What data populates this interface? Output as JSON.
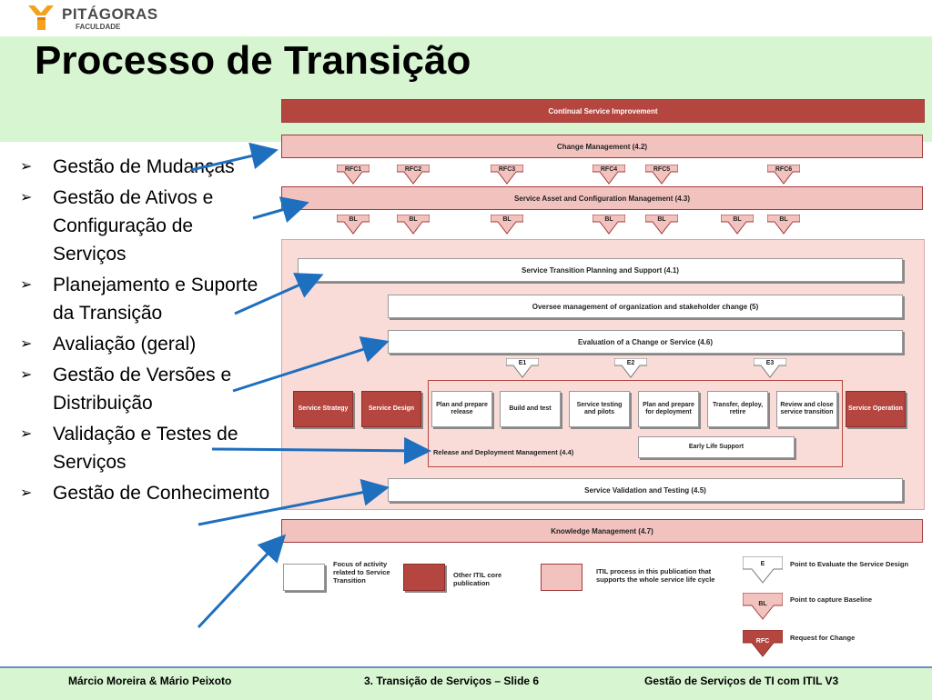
{
  "header": {
    "logo_text": "PITÁGORAS",
    "logo_sub": "FACULDADE",
    "title": "Processo de Transição"
  },
  "bullets": [
    "Gestão de Mudanças",
    "Gestão de Ativos e Configuração de Serviços",
    "Planejamento e Suporte da Transição",
    "Avaliação (geral)",
    "Gestão de Versões e Distribuição",
    "Validação e Testes de Serviços",
    "Gestão de Conhecimento"
  ],
  "diagram": {
    "csi": "Continual Service Improvement",
    "change_mgmt": "Change Management (4.2)",
    "rfcs": [
      "RFC1",
      "RFC2",
      "RFC3",
      "RFC4",
      "RFC5",
      "RFC6"
    ],
    "sacm": "Service Asset and Configuration Management (4.3)",
    "bls": [
      "BL",
      "BL",
      "BL",
      "BL",
      "BL",
      "BL",
      "BL"
    ],
    "planning": "Service Transition Planning and Support (4.1)",
    "oversee": "Oversee management of organization and stakeholder change (5)",
    "evaluation": "Evaluation of a Change or Service (4.6)",
    "evals": [
      "E1",
      "E2",
      "E3"
    ],
    "strategy": "Service Strategy",
    "design": "Service Design",
    "operation": "Service Operation",
    "steps": [
      "Plan and prepare release",
      "Build and test",
      "Service testing and pilots",
      "Plan and prepare for deployment",
      "Transfer, deploy, retire",
      "Review and close service transition"
    ],
    "early_life": "Early Life Support",
    "rdm": "Release and Deployment Management (4.4)",
    "validation": "Service Validation and Testing (4.5)",
    "knowledge": "Knowledge Management (4.7)"
  },
  "legend": {
    "focus": "Focus of activity related to Service Transition",
    "other": "Other ITIL core publication",
    "itil": "ITIL process in this publication that supports the whole service life cycle",
    "e_label": "E",
    "e_text": "Point to Evaluate the Service Design",
    "bl_label": "BL",
    "bl_text": "Point to capture Baseline",
    "rfc_label": "RFC",
    "rfc_text": "Request for Change"
  },
  "footer": {
    "authors": "Márcio Moreira & Mário Peixoto",
    "slide": "3. Transição de Serviços – Slide 6",
    "course": "Gestão de Serviços de TI com ITIL V3"
  },
  "colors": {
    "title_band": "#d7f5d1",
    "dark_red": "#b5463f",
    "pink": "#f2c3be",
    "arrow_blue": "#1f6fbf"
  }
}
